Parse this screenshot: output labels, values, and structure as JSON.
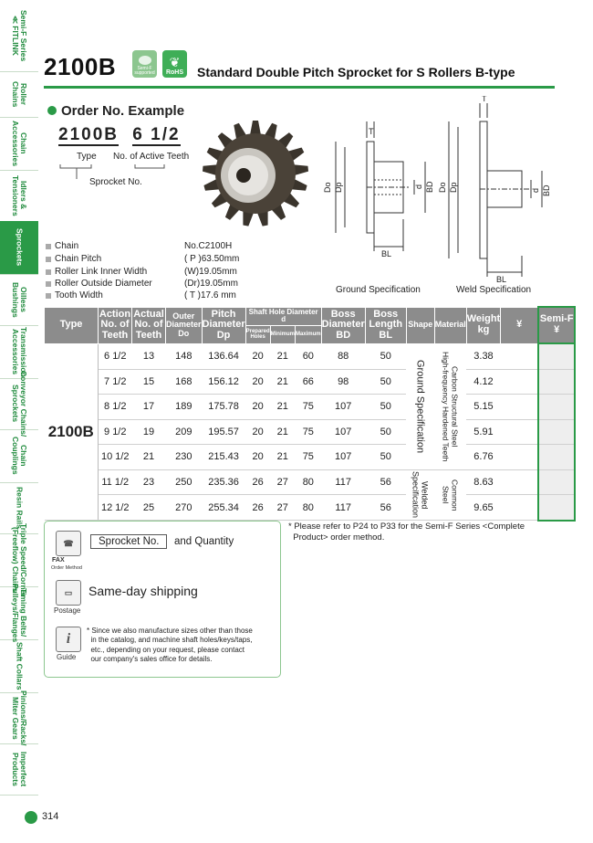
{
  "sidebar": [
    "Semi-F Series\n≪ FITLINK",
    "Roller\nChains",
    "Chain\nAccessories",
    "Idlers &\nTensioners",
    "Sprockets",
    "Oilless\nBushings",
    "Transmission\nAccessories",
    "Conveyor Chains/\nSprockets",
    "Chain\nCouplings",
    "Resin Rails",
    "Triple Speed/Corner\n(Freeflow) Chains",
    "Timing Belts/\nPulleys/Flanges",
    "Shaft Collars",
    "Pinions/Racks/\nMiter Gears",
    "Imperfect\nProducts"
  ],
  "header": {
    "title": "2100B",
    "badge1": "Semi-F supported",
    "badge2": "RoHS",
    "subtitle": "Standard Double Pitch Sprocket for S Rollers B-type"
  },
  "order": {
    "heading": "Order No. Example",
    "code1": "2100B",
    "code2": "6 1/2",
    "type_label": "Type",
    "teeth_label": "No. of Active Teeth",
    "sprocket_label": "Sprocket No."
  },
  "specs": [
    {
      "name": "Chain",
      "value": "No.C2100H"
    },
    {
      "name": "Chain Pitch",
      "value": "( P )63.50mm"
    },
    {
      "name": "Roller Link Inner Width",
      "value": "(W)19.05mm"
    },
    {
      "name": "Roller Outside Diameter",
      "value": "(Dr)19.05mm"
    },
    {
      "name": "Tooth Width",
      "value": "( T )17.6  mm"
    }
  ],
  "drawings": {
    "ground": "Ground Specification",
    "weld": "Weld Specification",
    "labels": {
      "T": "T",
      "Do": "Do",
      "Dp": "Dp",
      "d": "d",
      "BD": "BD",
      "BL": "BL"
    }
  },
  "table": {
    "headers": {
      "type": "Type",
      "action": "Action\nNo. of\nTeeth",
      "actual": "Actual\nNo. of\nTeeth",
      "outer": "Outer\nDiameter\nDo",
      "pitch": "Pitch\nDiameter\nDp",
      "shaft": "Shaft Hole Diameter d",
      "shaft_sub": [
        "Prepared Holes",
        "Minimum",
        "Maximum"
      ],
      "boss_d": "Boss\nDiameter\nBD",
      "boss_l": "Boss\nLength\nBL",
      "shape": "Shape",
      "material": "Material",
      "weight": "Weight\nkg",
      "price": "¥",
      "semif": "Semi-F\n¥"
    },
    "type_value": "2100B",
    "rows": [
      [
        "6 1/2",
        "13",
        "148",
        "136.64",
        "20",
        "21",
        "60",
        "88",
        "50",
        "3.38"
      ],
      [
        "7 1/2",
        "15",
        "168",
        "156.12",
        "20",
        "21",
        "66",
        "98",
        "50",
        "4.12"
      ],
      [
        "8 1/2",
        "17",
        "189",
        "175.78",
        "20",
        "21",
        "75",
        "107",
        "50",
        "5.15"
      ],
      [
        "9 1/2",
        "19",
        "209",
        "195.57",
        "20",
        "21",
        "75",
        "107",
        "50",
        "5.91"
      ],
      [
        "10 1/2",
        "21",
        "230",
        "215.43",
        "20",
        "21",
        "75",
        "107",
        "50",
        "6.76"
      ],
      [
        "11 1/2",
        "23",
        "250",
        "235.36",
        "26",
        "27",
        "80",
        "117",
        "56",
        "8.63"
      ],
      [
        "12 1/2",
        "25",
        "270",
        "255.34",
        "26",
        "27",
        "80",
        "117",
        "56",
        "9.65"
      ]
    ],
    "shape1": "Ground Specification",
    "material1_a": "Carbon Structural Steel",
    "material1_b": "High-frequency Hardened Teeth",
    "shape2": "Welded\nSpecification",
    "material2": "Common\nSteel"
  },
  "note": "* Please refer to P24 to P33 for the Semi-F Series <Complete\n  Product> order method.",
  "orderbox": {
    "fax_label": "FAX",
    "method_label": "Order Method",
    "sprocket_box": "Sprocket No.",
    "quantity": "and Quantity",
    "postage_label": "Postage",
    "shipping": "Same-day shipping",
    "guide_label": "Guide",
    "guide_text": "* Since we also manufacture sizes other than those\n  in the catalog, and machine shaft holes/keys/taps,\n  etc., depending on your request, please contact\n  our company's sales office for details."
  },
  "page_number": "314"
}
